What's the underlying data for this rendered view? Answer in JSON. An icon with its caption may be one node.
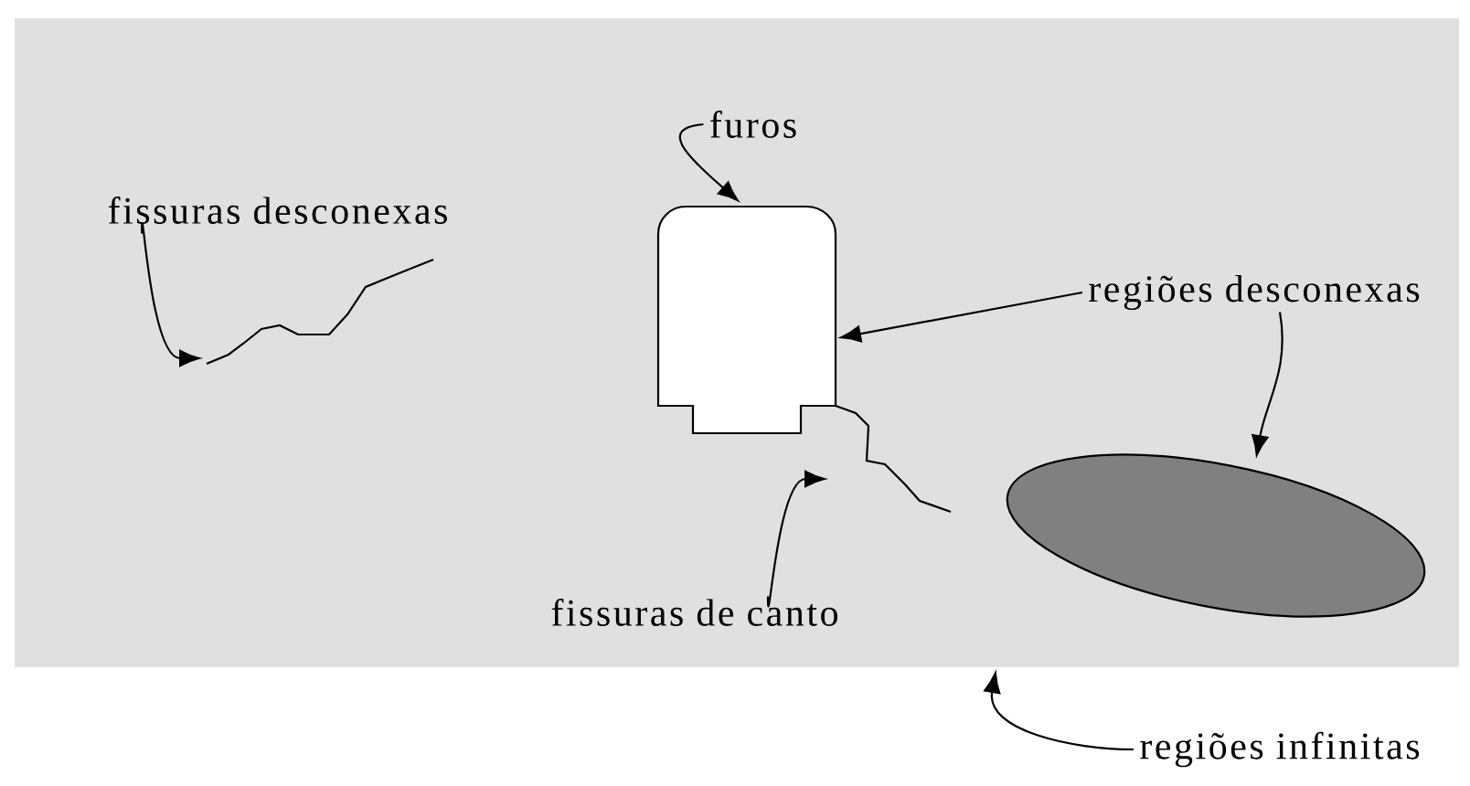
{
  "diagram": {
    "nodes": [
      {
        "text": [],
        "shape": "box"
      },
      {
        "text": [
          "fissuras desconexas"
        ],
        "in": 0
      },
      {
        "text": [],
        "shape": "line",
        "in": 0
      },
      {
        "text": [
          "furos"
        ],
        "in": 0
      },
      {
        "text": [],
        "shape": "box",
        "in": 0
      },
      {
        "text": [
          "regiões desconexas"
        ],
        "in": 0
      },
      {
        "text": [],
        "shape": "ellipse",
        "in": 0
      },
      {
        "text": [],
        "shape": "line",
        "in": 0
      },
      {
        "text": [
          "fissuras de canto"
        ],
        "in": 0
      },
      {
        "text": [
          "regiões infinitas"
        ]
      }
    ],
    "edges": [
      {
        "from": 1,
        "to": 2,
        "arrow": "to"
      },
      {
        "from": 3,
        "to": 4,
        "arrow": "to"
      },
      {
        "from": 5,
        "to": 4,
        "arrow": "to"
      },
      {
        "from": 5,
        "to": 6,
        "arrow": "to"
      },
      {
        "from": 8,
        "to": 7,
        "arrow": "to"
      },
      {
        "from": 9,
        "to": 0,
        "arrow": "to"
      }
    ]
  }
}
